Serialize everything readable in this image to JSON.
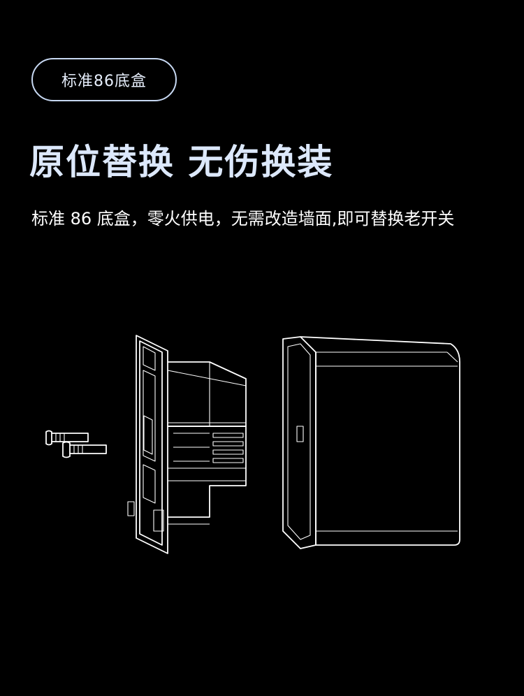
{
  "badge": {
    "label": "标准86底盒"
  },
  "headline": {
    "text": "原位替换 无伤换装"
  },
  "description": {
    "text": "标准 86 底盒，零火供电，无需改造墙面,即可替换老开关"
  },
  "colors": {
    "background": "#000000",
    "accent": "#dce8fb",
    "badge_border": "#c7d8f2"
  },
  "illustration": {
    "items": [
      "screws",
      "switch-module",
      "junction-box"
    ]
  }
}
